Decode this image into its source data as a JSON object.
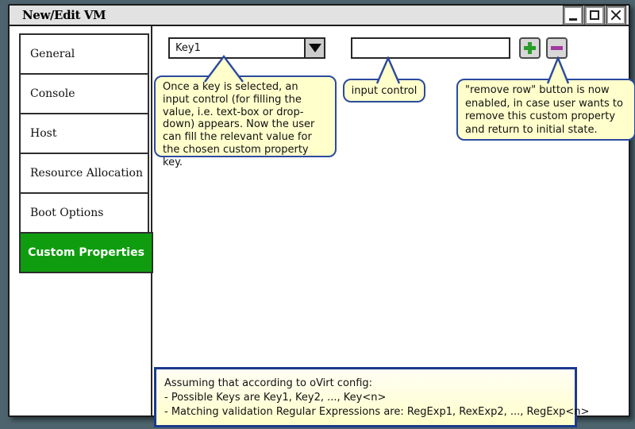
{
  "window": {
    "title": "New/Edit VM",
    "controls": {
      "minimize_icon": "underscore-bar",
      "maximize_icon": "square-outline",
      "close_icon": "x-cross"
    }
  },
  "sidebar": {
    "tabs": [
      {
        "label": "General",
        "selected": false
      },
      {
        "label": "Console",
        "selected": false
      },
      {
        "label": "Host",
        "selected": false
      },
      {
        "label": "Resource Allocation",
        "selected": false
      },
      {
        "label": "Boot Options",
        "selected": false
      },
      {
        "label": "Custom Properties",
        "selected": true
      }
    ]
  },
  "toolbar": {
    "key_dropdown": {
      "value": "Key1",
      "icon": "triangle-down"
    },
    "value_input": {
      "value": ""
    },
    "add_button": {
      "icon": "green-plus"
    },
    "remove_button": {
      "icon": "magenta-minus"
    }
  },
  "callouts": {
    "key_selected": {
      "text": "Once a key is selected, an input control (for filling the value, i.e. text-box or drop-down) appears. Now the user can fill the relevant value for the chosen custom property key."
    },
    "input_control": {
      "text": "input control"
    },
    "remove_row": {
      "text": "\"remove row\" button is now enabled, in case user wants to remove this custom property and return to initial state."
    }
  },
  "note": {
    "lines": [
      "Assuming that according to oVirt config:",
      "- Possible Keys are Key1, Key2, ..., Key<n>",
      "- Matching validation Regular Expressions are: RegExp1, RexExp2, ..., RegExp<n>"
    ]
  },
  "colors": {
    "desktop_bg": "#4d646e",
    "titlebar_bg": "#e2e2e2",
    "selected_tab_bg": "#0f9d0f",
    "plus_green": "#2a9c2a",
    "minus_magenta": "#a23aa2",
    "callout_bg": "#ffffcc",
    "callout_border": "#2b4a9e",
    "note_border": "#1b3a8e"
  }
}
